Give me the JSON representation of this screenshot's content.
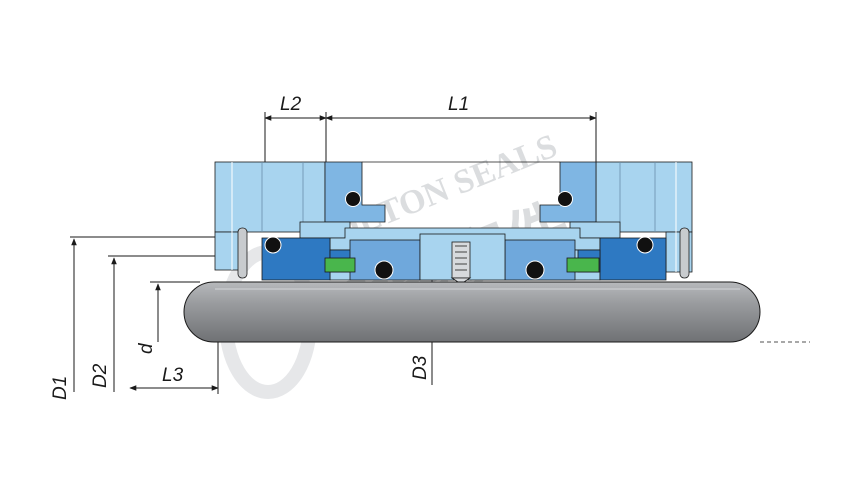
{
  "dimensions": {
    "L1": "L1",
    "L2": "L2",
    "L3": "L3",
    "D1": "D1",
    "D2": "D2",
    "D3": "D3",
    "d": "d"
  },
  "watermark": {
    "brand": "DETON SEALS",
    "chinese": "质量赛件"
  },
  "colors": {
    "housing_light_blue": "#a8d4ef",
    "seal_dark_blue": "#2e79c2",
    "mid_blue": "#6fa8dc",
    "green_seat": "#49b64c",
    "shaft_gray": "#8f9194",
    "line_black": "#1a1a1a"
  }
}
